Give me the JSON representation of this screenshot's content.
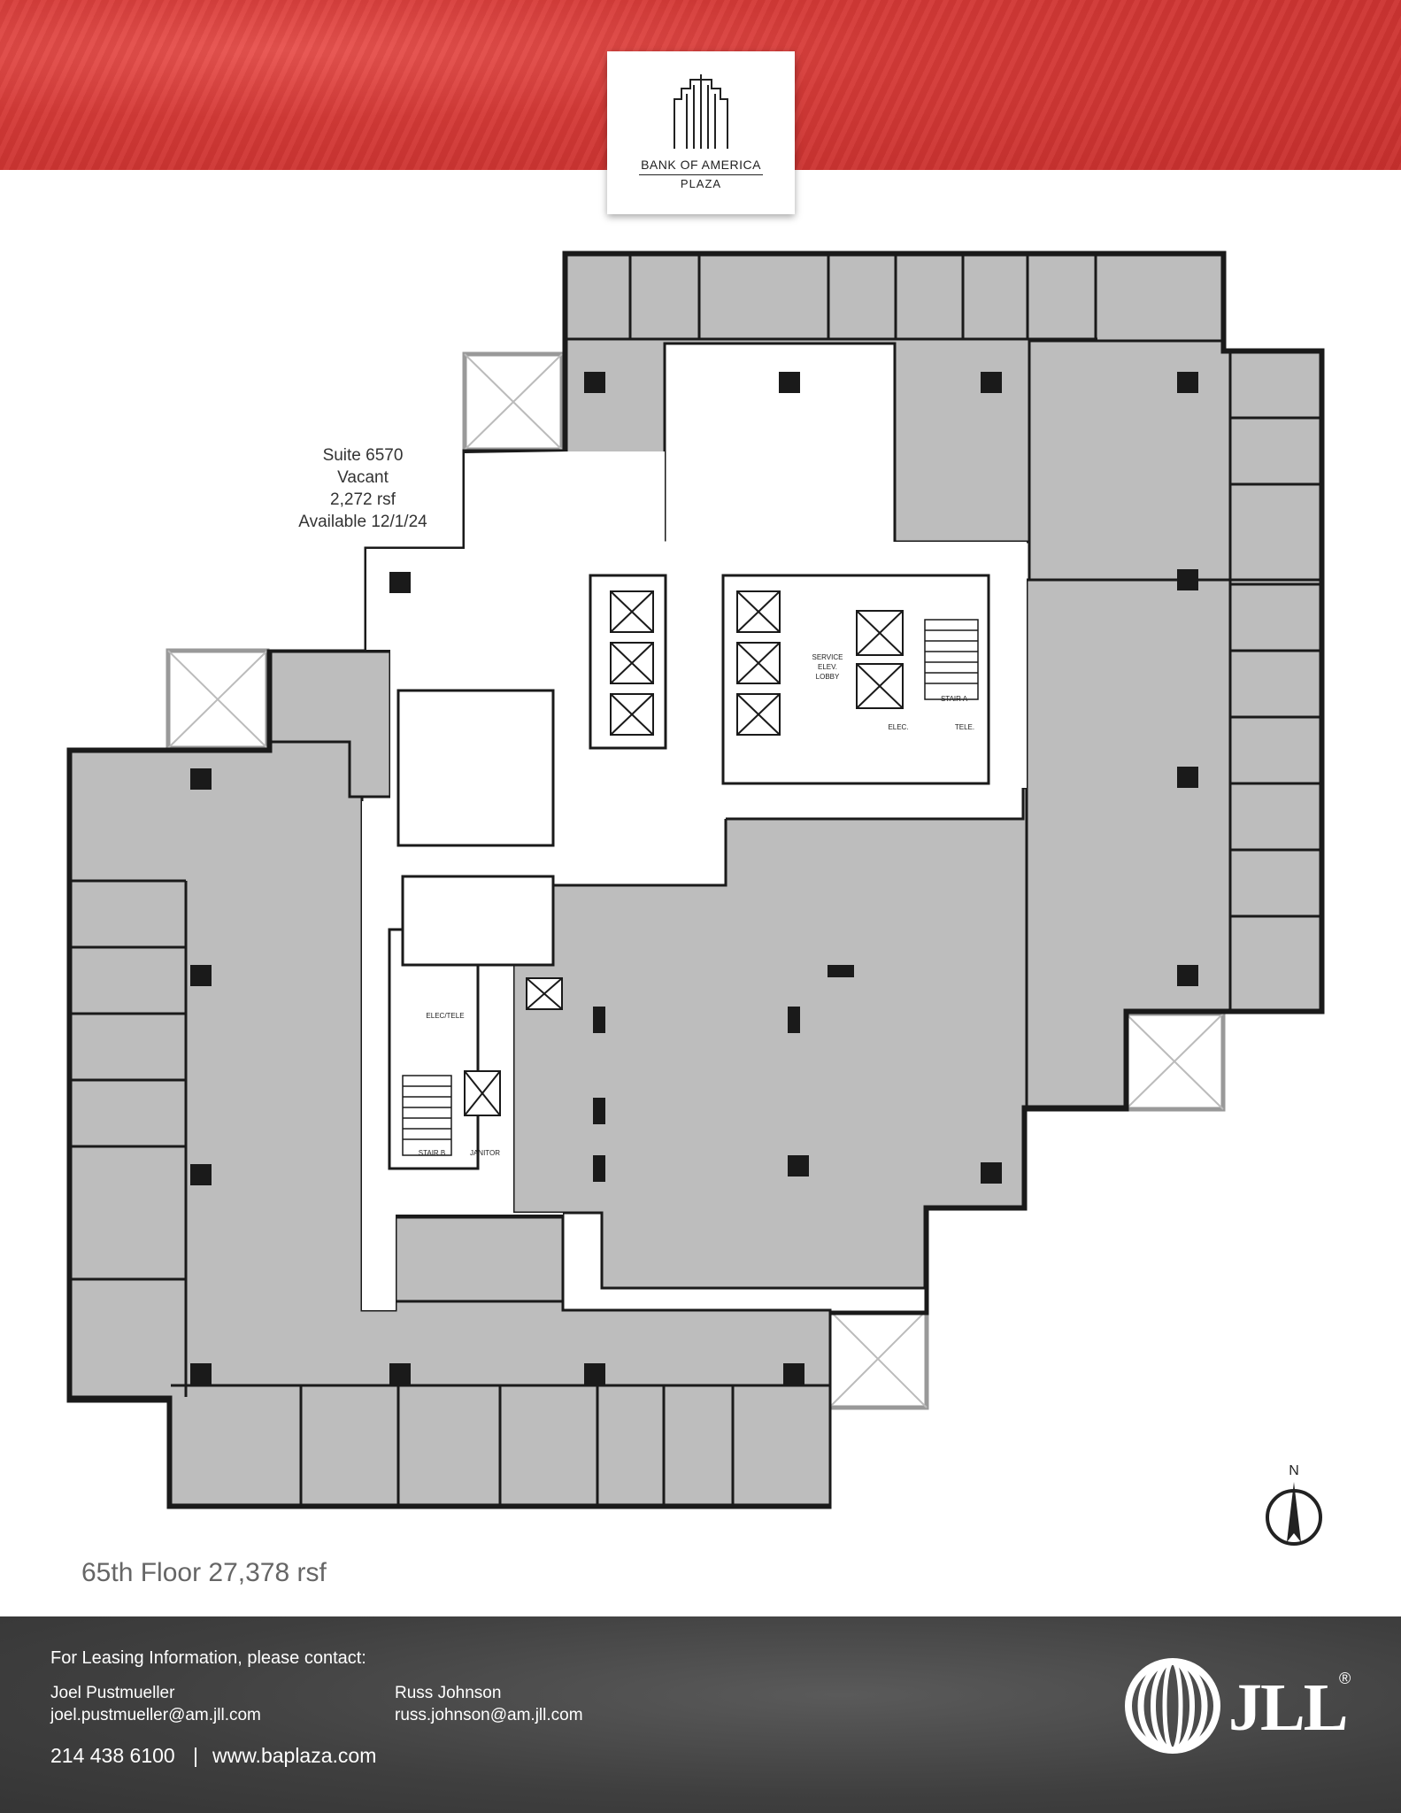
{
  "header": {
    "logo": {
      "icon": "building-logo-icon",
      "line1": "BANK OF AMERICA",
      "line2": "PLAZA"
    }
  },
  "plan": {
    "suite": {
      "number": "Suite 6570",
      "status": "Vacant",
      "size": "2,272 rsf",
      "availability": "Available 12/1/24"
    },
    "rooms": {
      "service_lobby": [
        "SERVICE",
        "ELEV.",
        "LOBBY"
      ],
      "stair_a": "STAIR A",
      "elec": "ELEC.",
      "tele": "TELE.",
      "elec_tele": "ELEC/TELE",
      "stair_b": "STAIR B",
      "janitor": "JANITOR"
    },
    "colors": {
      "tenant": "#bdbdbd",
      "common": "#ffffff",
      "wall": "#1a1a1a",
      "shaft": "#9e9e9e"
    },
    "floor_label": "65th Floor  27,378 rsf",
    "north": "N"
  },
  "footer": {
    "heading": "For Leasing Information, please contact:",
    "contacts": [
      {
        "name": "Joel Pustmueller",
        "email": "joel.pustmueller@am.jll.com"
      },
      {
        "name": "Russ Johnson",
        "email": "russ.johnson@am.jll.com"
      }
    ],
    "phone": "214 438 6100",
    "separator": "|",
    "website": "www.baplaza.com",
    "brand": {
      "name": "JLL",
      "mark": "®",
      "icon": "jll-logo-icon"
    }
  }
}
